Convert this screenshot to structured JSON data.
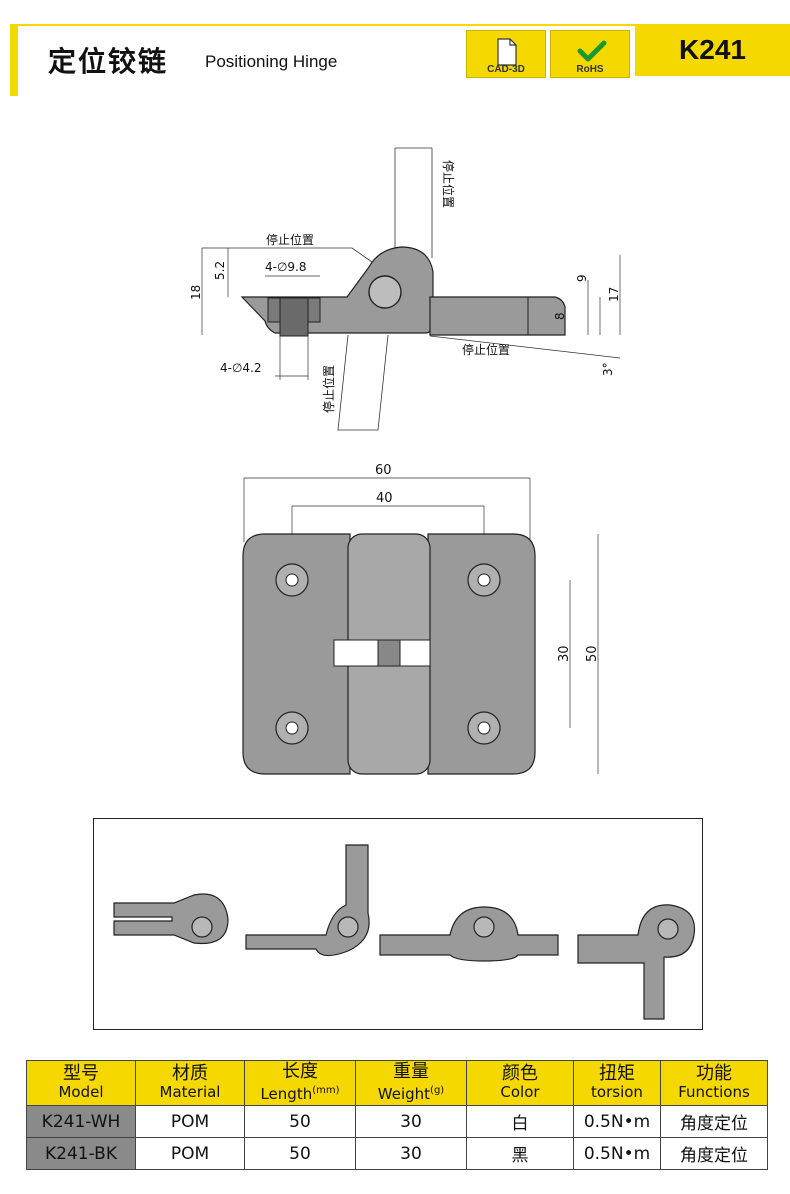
{
  "header": {
    "title_cn": "定位铰链",
    "title_en": "Positioning Hinge",
    "badge_cad": "CAD-3D",
    "badge_rohs": "RoHS",
    "model": "K241"
  },
  "side_view": {
    "stop1": "停止位置",
    "stop2": "停止位置",
    "stop3": "停止位置",
    "stop4": "停止位置",
    "hole_large": "4-∅9.8",
    "hole_small": "4-∅4.2",
    "dim_18": "18",
    "dim_5_2": "5.2",
    "dim_9": "9",
    "dim_8": "8",
    "dim_17": "17",
    "angle": "3°"
  },
  "front_view": {
    "dim_60": "60",
    "dim_40": "40",
    "dim_30": "30",
    "dim_50": "50"
  },
  "table": {
    "headers": [
      {
        "cn": "型号",
        "en": "Model",
        "unit": ""
      },
      {
        "cn": "材质",
        "en": "Material",
        "unit": ""
      },
      {
        "cn": "长度",
        "en": "Length",
        "unit": "(mm)"
      },
      {
        "cn": "重量",
        "en": "Weight",
        "unit": "(g)"
      },
      {
        "cn": "颜色",
        "en": "Color",
        "unit": ""
      },
      {
        "cn": "扭矩",
        "en": "torsion",
        "unit": ""
      },
      {
        "cn": "功能",
        "en": "Functions",
        "unit": ""
      }
    ],
    "rows": [
      [
        "K241-WH",
        "POM",
        "50",
        "30",
        "白",
        "0.5N•m",
        "角度定位"
      ],
      [
        "K241-BK",
        "POM",
        "50",
        "30",
        "黑",
        "0.5N•m",
        "角度定位"
      ]
    ]
  },
  "colors": {
    "accent": "#f5d800",
    "part": "#9a9a9a",
    "model_cell": "#8a8a8a"
  }
}
